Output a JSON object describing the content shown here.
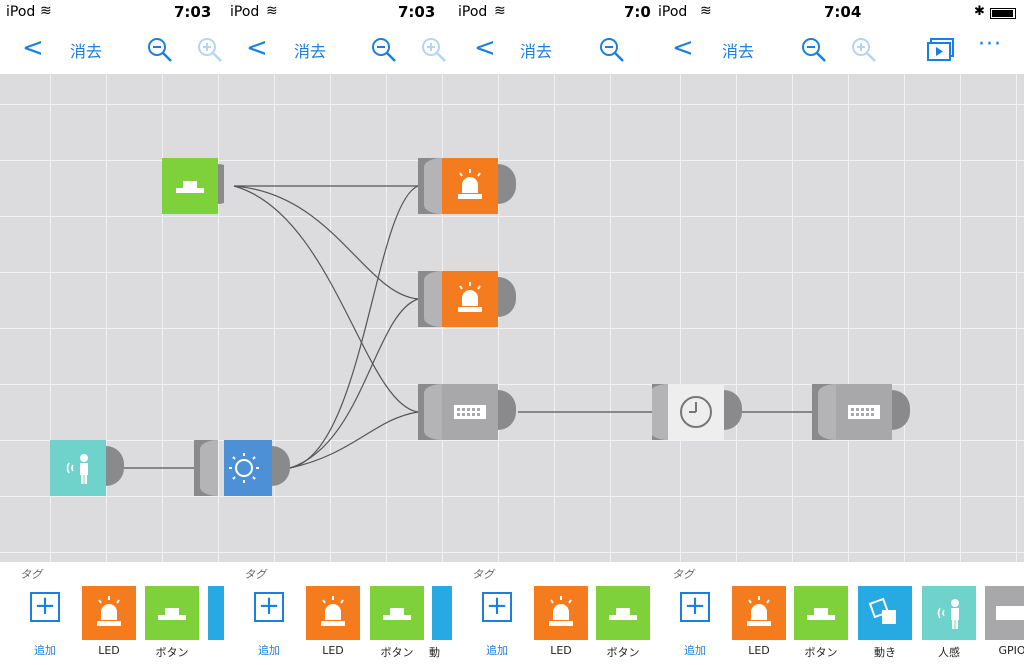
{
  "panels": [
    {
      "status": {
        "carrier": "iPod",
        "time": "7:03"
      },
      "nav": {
        "title": "消去"
      },
      "palette": {
        "tag_label": "タグ",
        "add_label": "追加",
        "tiles": [
          {
            "label": "LED"
          },
          {
            "label": "ボタン"
          },
          {
            "label": ""
          }
        ]
      }
    },
    {
      "status": {
        "carrier": "iPod",
        "time": "7:03"
      },
      "nav": {
        "title": "消去"
      },
      "palette": {
        "tag_label": "タグ",
        "add_label": "追加",
        "tiles": [
          {
            "label": "LED"
          },
          {
            "label": "ボタン"
          },
          {
            "label": "動"
          }
        ]
      }
    },
    {
      "status": {
        "carrier": "iPod",
        "time": "7:0"
      },
      "nav": {
        "title": "消去"
      },
      "palette": {
        "tag_label": "タグ",
        "add_label": "追加",
        "tiles": [
          {
            "label": "LED"
          },
          {
            "label": "ボタン"
          }
        ]
      }
    },
    {
      "status": {
        "carrier": "iPod",
        "time": "7:04"
      },
      "nav": {
        "title": "消去"
      },
      "palette": {
        "tag_label": "タグ",
        "add_label": "追加",
        "tiles": [
          {
            "label": "LED"
          },
          {
            "label": "ボタン"
          },
          {
            "label": "動き"
          },
          {
            "label": "人感"
          },
          {
            "label": "GPIO"
          }
        ]
      }
    }
  ],
  "colors": {
    "accent": "#1a7fe0",
    "led": "#f47c1e",
    "button": "#7ed13a",
    "motion": "#27a9e1",
    "human": "#6fd3cc",
    "brightness": "#4d90d6",
    "gpio": "#a8a8aa",
    "timer": "#eeeeee",
    "canvas": "#dcdbde"
  }
}
